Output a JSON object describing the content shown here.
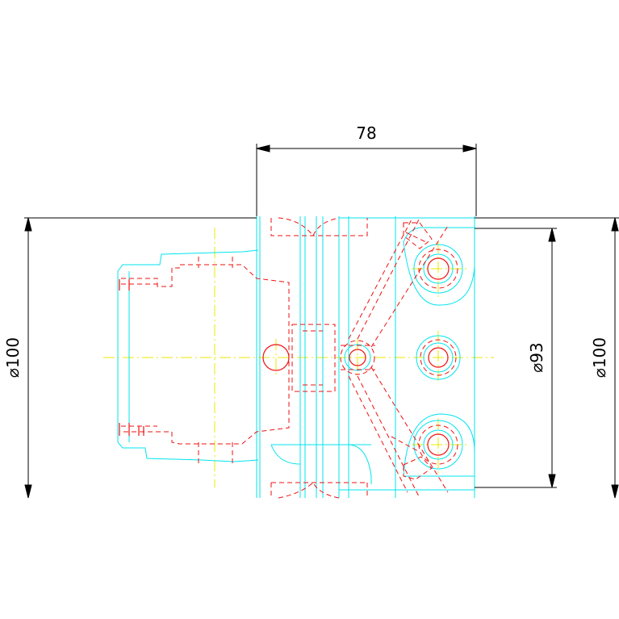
{
  "dimensions": {
    "top_width": "78",
    "left_diameter": "⌀100",
    "inner_diameter": "⌀93",
    "right_diameter": "⌀100"
  },
  "colors": {
    "outline": "#00e5ee",
    "hidden": "#ee1111",
    "center": "#e8e800",
    "dimension": "#000000"
  }
}
